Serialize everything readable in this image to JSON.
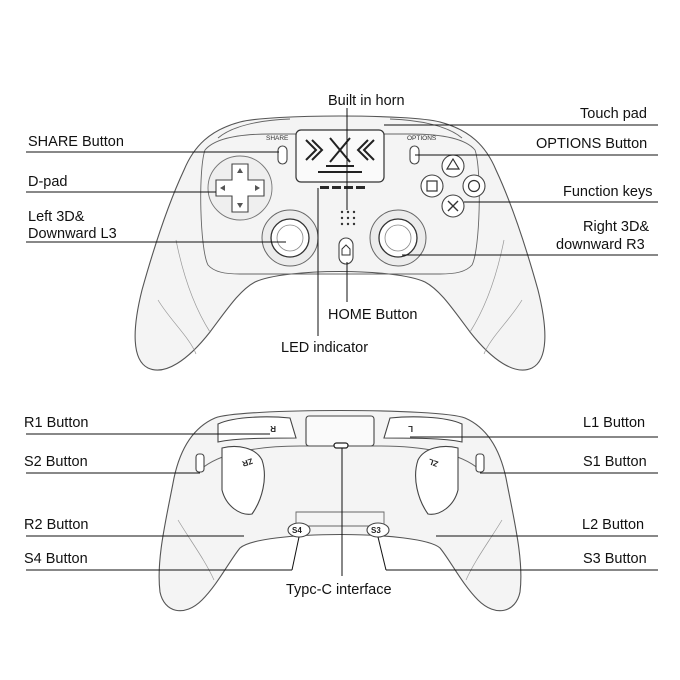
{
  "front": {
    "labels": {
      "built_in_horn": "Built in horn",
      "touch_pad": "Touch pad",
      "share_button": "SHARE Button",
      "options_button": "OPTIONS Button",
      "d_pad": "D-pad",
      "function_keys": "Function keys",
      "left_3d_line1": "Left 3D&",
      "left_3d_line2": "Downward L3",
      "right_3d_line1": "Right 3D&",
      "right_3d_line2": "downward R3",
      "home_button": "HOME Button",
      "led_indicator": "LED indicator"
    },
    "printed": {
      "share": "SHARE",
      "options": "OPTIONS"
    }
  },
  "back": {
    "labels": {
      "r1_button": "R1 Button",
      "l1_button": "L1 Button",
      "s2_button": "S2 Button",
      "s1_button": "S1 Button",
      "r2_button": "R2 Button",
      "l2_button": "L2 Button",
      "s4_button": "S4 Button",
      "s3_button": "S3 Button",
      "typec_interface": "Typc-C interface"
    },
    "printed": {
      "r": "R",
      "l": "L",
      "zr": "ZR",
      "zl": "ZL",
      "s4": "S4",
      "s3": "S3"
    }
  }
}
